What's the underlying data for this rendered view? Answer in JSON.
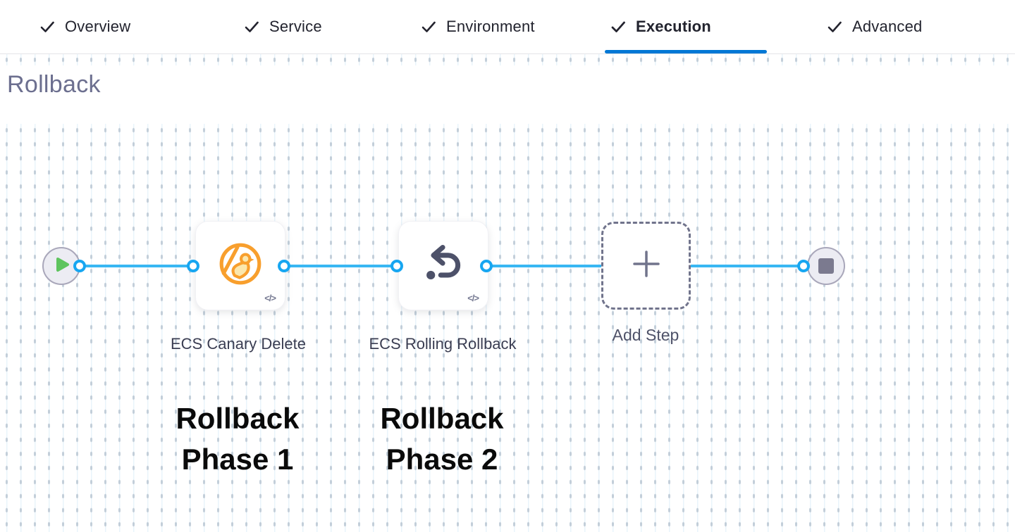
{
  "tabs": {
    "items": [
      {
        "label": "Overview",
        "checked": true,
        "active": false
      },
      {
        "label": "Service",
        "checked": true,
        "active": false
      },
      {
        "label": "Environment",
        "checked": true,
        "active": false
      },
      {
        "label": "Execution",
        "checked": true,
        "active": true
      },
      {
        "label": "Advanced",
        "checked": true,
        "active": false
      }
    ]
  },
  "section": {
    "title": "Rollback"
  },
  "flow": {
    "steps": [
      {
        "label": "ECS Canary Delete",
        "icon": "canary-delete-icon",
        "code_badge": "</>"
      },
      {
        "label": "ECS Rolling Rollback",
        "icon": "rollback-arrow-icon",
        "code_badge": "</>"
      }
    ],
    "add_step_label": "Add Step",
    "start_icon": "play-icon",
    "end_icon": "stop-icon"
  },
  "annotations": [
    {
      "text": "Rollback Phase 1"
    },
    {
      "text": "Rollback Phase 2"
    }
  ],
  "colors": {
    "accent_blue": "#0278d5",
    "connector_blue": "#17a6f1",
    "line_blue": "#38b7f3",
    "canary_orange": "#f89f2d",
    "icon_slate": "#4d5169",
    "play_green": "#5ec45e",
    "stop_gray": "#7b7a8f"
  }
}
